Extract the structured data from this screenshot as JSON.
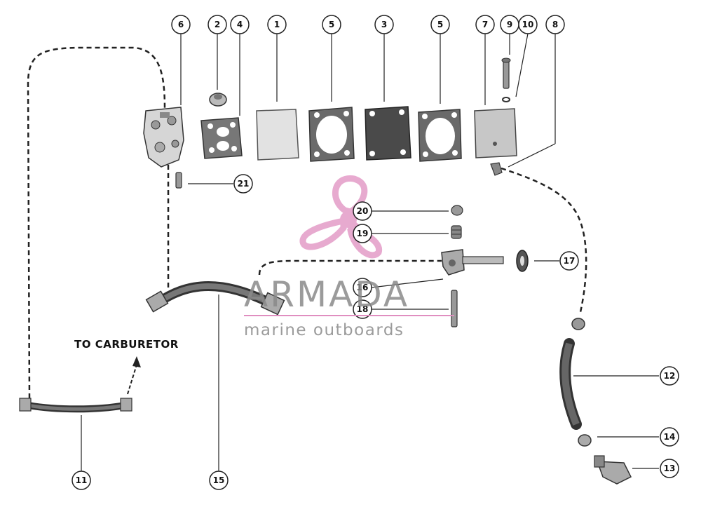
{
  "diagram": {
    "label_to_carburetor": "TO CARBURETOR",
    "callouts": [
      "6",
      "2",
      "4",
      "1",
      "5",
      "3",
      "5",
      "7",
      "9",
      "10",
      "8",
      "21",
      "20",
      "19",
      "17",
      "16",
      "18",
      "12",
      "14",
      "13",
      "11",
      "15"
    ]
  },
  "watermark": {
    "brand": "ARMADA",
    "tagline": "marine outboards",
    "logo_color": "#e08ec0",
    "text_color": "#8a8a8a"
  }
}
